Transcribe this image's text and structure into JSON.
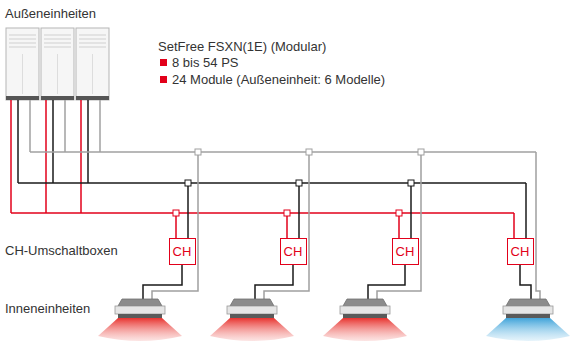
{
  "diagram": {
    "nodes": [
      {
        "text": [
          "CH"
        ]
      },
      {
        "text": [
          "CH"
        ]
      },
      {
        "text": [
          "CH"
        ]
      },
      {
        "text": [
          "CH"
        ]
      }
    ],
    "labels": [
      "Außeneinheiten",
      "SetFree FSXN(1E) (Modular)",
      "8 bis 54 PS",
      "24 Module (Außeneinheit: 6 Modelle)",
      "CH-Umschaltboxen",
      "Inneneinheiten"
    ]
  }
}
